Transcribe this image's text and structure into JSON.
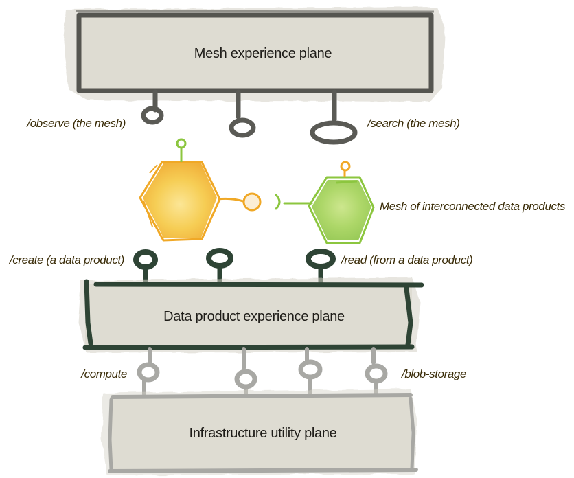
{
  "planes": {
    "mesh_experience": {
      "label": "Mesh experience plane"
    },
    "data_product_experience": {
      "label": "Data product experience plane"
    },
    "infrastructure_utility": {
      "label": "Infrastructure utility plane"
    }
  },
  "interfaces": {
    "observe": "/observe (the mesh)",
    "search": "/search (the mesh)",
    "create": "/create (a data product)",
    "read": "/read (from a data product)",
    "compute": "/compute",
    "blob_storage": "/blob-storage"
  },
  "mesh_label": "Mesh of interconnected data products",
  "colors": {
    "mesh_plane_border": "#555550",
    "data_product_plane_border": "#2e4435",
    "infra_plane_border": "#a8a8a4",
    "plane_fill": "#dad8cd",
    "product_orange": "#f0a826",
    "product_green": "#8cc63f",
    "label_text": "#3a2c08"
  },
  "icons": {
    "product_left": "hexagon-data-product-icon",
    "product_right": "hexagon-data-product-icon",
    "interface_port": "socket-icon"
  }
}
